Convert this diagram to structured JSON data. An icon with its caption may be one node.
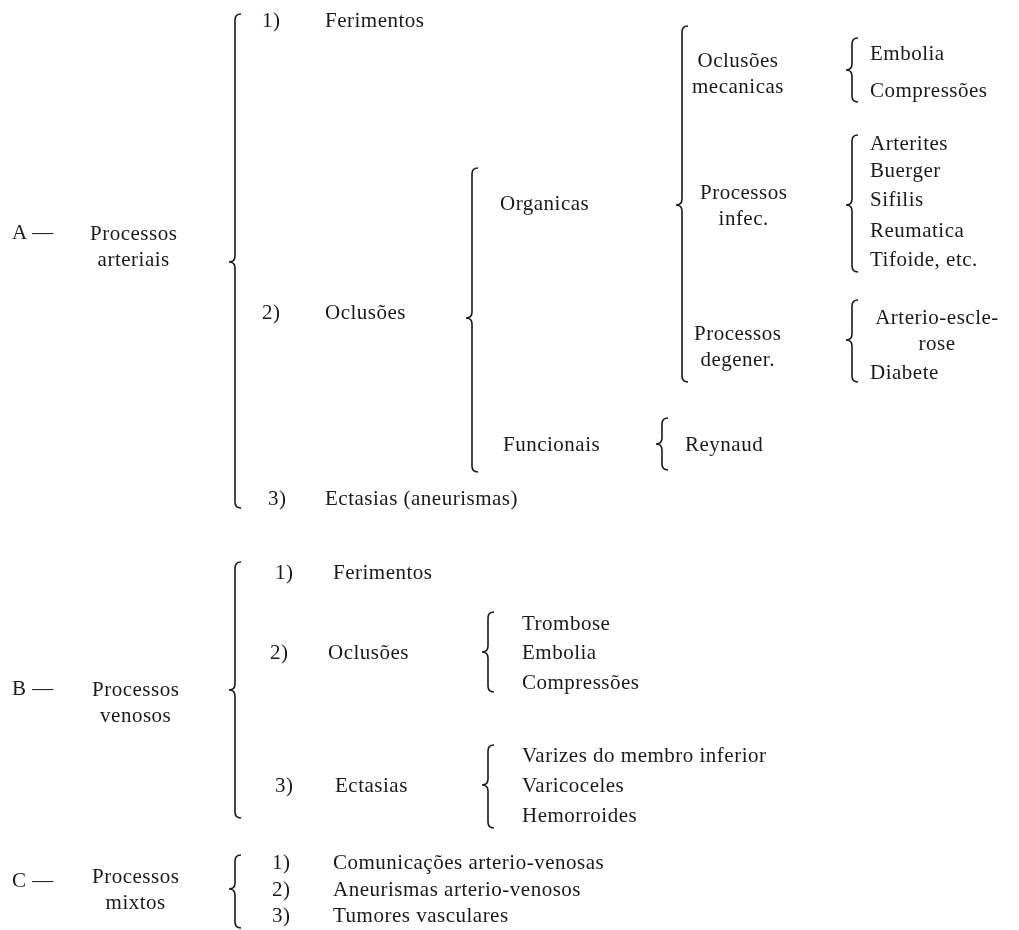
{
  "diagram": {
    "labels": [
      "1)",
      "Ferimentos",
      "Oclusões mecanicas",
      "Embolia",
      "Compressões",
      "Arterites",
      "Buerger",
      "Organicas",
      "Processos infec.",
      "Sifilis",
      "A —",
      "Processos arteriais",
      "Reumatica",
      "Tifoide, etc.",
      "2)",
      "Oclusões",
      "Arterio-escle- rose",
      "Processos degener.",
      "Diabete",
      "Funcionais",
      "Reynaud",
      "3)",
      "Ectasias (aneurismas)",
      "1)",
      "Ferimentos",
      "Trombose",
      "2)",
      "Oclusões",
      "Embolia",
      "B —",
      "Processos venosos",
      "Compressões",
      "Varizes do membro inferior",
      "3)",
      "Ectasias",
      "Varicoceles",
      "Hemorroides",
      "C —",
      "1)",
      "Comunicações arterio-venosas",
      "Processos mixtos",
      "2)",
      "Aneurismas arterio-venosos",
      "3)",
      "Tumores vasculares"
    ]
  }
}
